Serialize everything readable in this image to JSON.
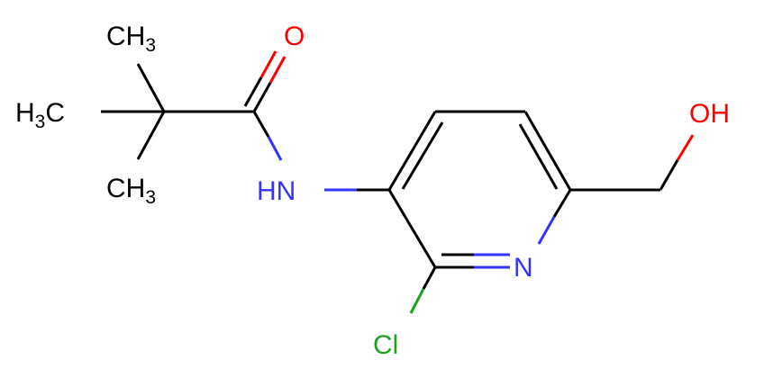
{
  "atoms": {
    "oxygen_carbonyl": "O",
    "methyl_top": {
      "symbol": "CH",
      "sub": "3"
    },
    "methyl_left": {
      "prefix": "H",
      "sub": "3",
      "symbol": "C"
    },
    "methyl_bottom": {
      "symbol": "CH",
      "sub": "3"
    },
    "amide_nh": "HN",
    "hydroxyl": "OH",
    "ring_nitrogen": "N",
    "chlorine": "Cl"
  },
  "colors": {
    "carbon_bond": "#000000",
    "oxygen": "#ff0000",
    "nitrogen": "#3333ff",
    "chlorine": "#1fa01f"
  }
}
